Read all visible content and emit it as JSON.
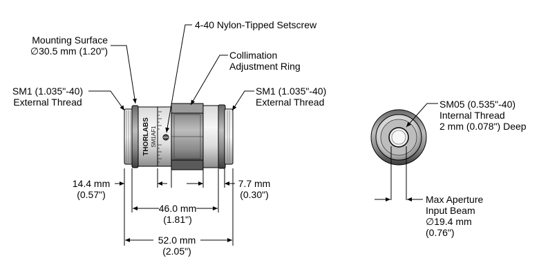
{
  "callouts": {
    "mounting_surface": "Mounting Surface\n∅30.5 mm (1.20\")",
    "setscrew": "4-40 Nylon-Tipped Setscrew",
    "collimation_ring": "Collimation\nAdjustment Ring",
    "sm1_left": "SM1 (1.035\"-40)\nExternal Thread",
    "sm1_right": "SM1 (1.035\"-40)\nExternal Thread",
    "sm05": "SM05 (0.535\"-40)\nInternal Thread\n2 mm (0.078\") Deep",
    "max_aperture": "Max Aperture\nInput Beam\n∅19.4 mm\n(0.76\")"
  },
  "dimensions": {
    "d_14_4": "14.4 mm\n(0.57\")",
    "d_7_7": "7.7 mm\n(0.30\")",
    "d_46_0": "46.0 mm\n(1.81\")",
    "d_52_0": "52.0 mm\n(2.05\")"
  },
  "brand": {
    "logo": "THORLABS",
    "part": "SM1AF1"
  }
}
